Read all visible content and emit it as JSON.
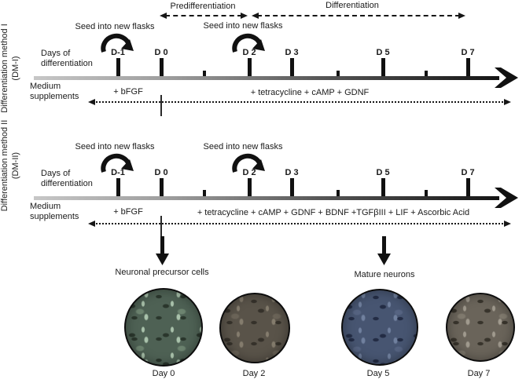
{
  "colors": {
    "ink": "#1a1a1a",
    "timeline_start": "#c7c7c7",
    "timeline_end": "#141414"
  },
  "phases": {
    "predifferentiation": "Predifferentiation",
    "differentiation": "Differentiation"
  },
  "methods": [
    {
      "side_label": "Differentiation method I",
      "side_sublabel": "(DM-I)",
      "days_of_line1": "Days of",
      "days_of_line2": "differentiation",
      "medium_line1": "Medium",
      "medium_line2": "supplements",
      "seed_label_1": "Seed into new flasks",
      "seed_label_2": "Seed into new flasks",
      "days": [
        "D-1",
        "D 0",
        "D 2",
        "D 3",
        "D 5",
        "D 7"
      ],
      "supplement_pre": "+ bFGF",
      "supplement_post": "+ tetracycline + cAMP + GDNF"
    },
    {
      "side_label": "Differentiation method II",
      "side_sublabel": "(DM-II)",
      "days_of_line1": "Days of",
      "days_of_line2": "differentiation",
      "medium_line1": "Medium",
      "medium_line2": "supplements",
      "seed_label_1": "Seed into new flasks",
      "seed_label_2": "Seed into new flasks",
      "days": [
        "D-1",
        "D 0",
        "D 2",
        "D 3",
        "D 5",
        "D 7"
      ],
      "supplement_pre": "+ bFGF",
      "supplement_post": "+ tetracycline + cAMP + GDNF + BDNF +TGFβIII + LIF + Ascorbic Acid"
    }
  ],
  "outcomes": {
    "precursor": "Neuronal precursor cells",
    "mature": "Mature neurons"
  },
  "micrographs": [
    {
      "label": "Day 0",
      "colors": {
        "base": "#4e6154",
        "light": "#a9c2ab",
        "dark": "#2a362c",
        "mid": "#6d8470"
      }
    },
    {
      "label": "Day 2",
      "colors": {
        "base": "#595349",
        "light": "#847c6d",
        "dark": "#35312a",
        "mid": "#6b6458"
      }
    },
    {
      "label": "Day 5",
      "colors": {
        "base": "#475571",
        "light": "#70809e",
        "dark": "#232c44",
        "mid": "#566482"
      }
    },
    {
      "label": "Day 7",
      "colors": {
        "base": "#6a645a",
        "light": "#a09a8e",
        "dark": "#38342c",
        "mid": "#807a6e"
      }
    }
  ]
}
